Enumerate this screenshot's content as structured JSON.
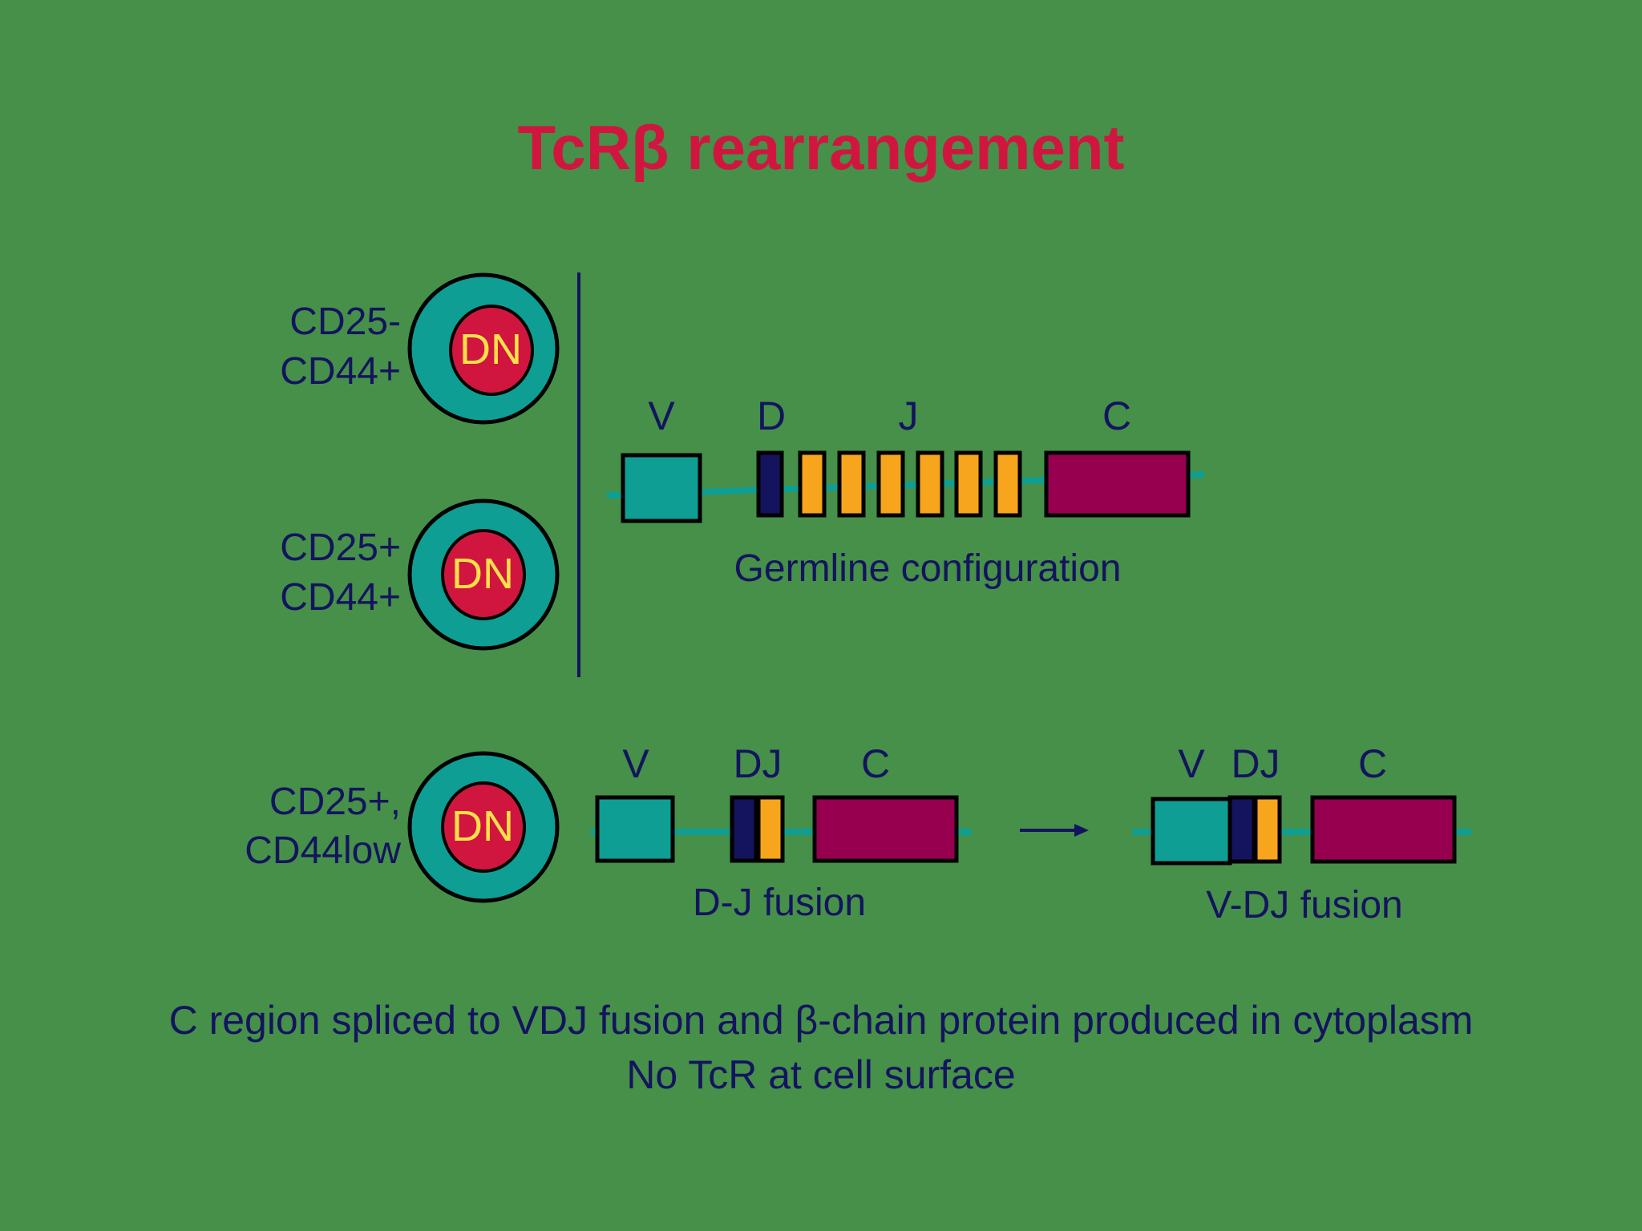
{
  "title": "TcRβ rearrangement",
  "stages": [
    {
      "line1": "CD25-",
      "line2": "CD44+",
      "cell_label": "DN"
    },
    {
      "line1": "CD25+",
      "line2": "CD44+",
      "cell_label": "DN"
    },
    {
      "line1": "CD25+,",
      "line2": "CD44low",
      "cell_label": "DN"
    }
  ],
  "germline": {
    "v": "V",
    "d": "D",
    "j": "J",
    "c": "C",
    "caption": "Germline configuration"
  },
  "dj_fusion": {
    "v": "V",
    "dj": "DJ",
    "c": "C",
    "caption": "D-J fusion"
  },
  "vdj_fusion": {
    "v": "V",
    "dj": "DJ",
    "c": "C",
    "caption": "V-DJ fusion"
  },
  "footer": {
    "line1": "C region spliced to VDJ fusion and β-chain protein produced in cytoplasm",
    "line2": "No TcR at cell surface"
  },
  "colors": {
    "background": "#46904a",
    "title": "#d0163f",
    "text": "#14145e",
    "cell_outer": "#0e9e93",
    "cell_nucleus": "#d0163f",
    "dn_text": "#ffe14a",
    "v_segment": "#0e9e93",
    "d_segment": "#14145e",
    "j_segment": "#f7a51c",
    "c_segment": "#96004e",
    "dna_line": "#0e9e93"
  }
}
